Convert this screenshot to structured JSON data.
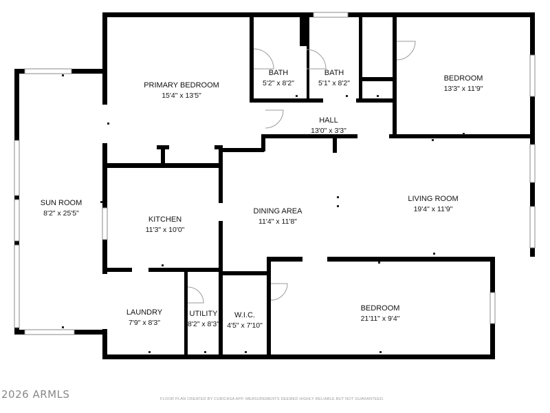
{
  "rooms": {
    "primary_bedroom": {
      "name": "PRIMARY BEDROOM",
      "dims": "15'4\" x 13'5\""
    },
    "bath_1": {
      "name": "BATH",
      "dims": "5'2\" x 8'2\""
    },
    "bath_2": {
      "name": "BATH",
      "dims": "5'1\" x 8'2\""
    },
    "bedroom_ne": {
      "name": "BEDROOM",
      "dims": "13'3\" x 11'9\""
    },
    "hall": {
      "name": "HALL",
      "dims": "13'0\" x 3'3\""
    },
    "sun_room": {
      "name": "SUN ROOM",
      "dims": "8'2\" x 25'5\""
    },
    "kitchen": {
      "name": "KITCHEN",
      "dims": "11'3\" x 10'0\""
    },
    "dining_area": {
      "name": "DINING AREA",
      "dims": "11'4\" x 11'8\""
    },
    "living_room": {
      "name": "LIVING ROOM",
      "dims": "19'4\" x 11'9\""
    },
    "laundry": {
      "name": "LAUNDRY",
      "dims": "7'9\" x 8'3\""
    },
    "utility": {
      "name": "UTILITY",
      "dims": "8'2\" x 8'3\""
    },
    "wic": {
      "name": "W.I.C.",
      "dims": "4'5\" x 7'10\""
    },
    "bedroom_s": {
      "name": "BEDROOM",
      "dims": "21'11\" x 9'4\""
    }
  },
  "footer": {
    "copyright": "2026 ARMLS",
    "disclaimer": "FLOOR PLAN CREATED BY CUBICASA APP. MEASUREMENTS DEEMED HIGHLY RELIABLE BUT NOT GUARANTEED."
  }
}
